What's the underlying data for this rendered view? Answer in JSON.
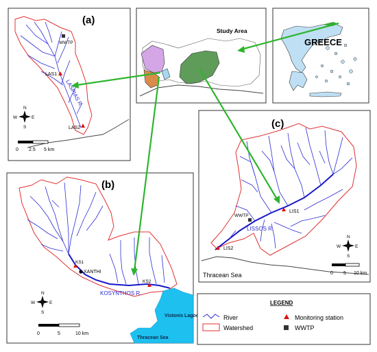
{
  "panels": {
    "a": {
      "label": "(a)",
      "stations": [
        "LAS1",
        "LAS2"
      ],
      "wwtp": "WWTP",
      "river": "LASPIAS R.",
      "scale": [
        "0",
        "2.5",
        "5 km"
      ]
    },
    "b": {
      "label": "(b)",
      "stations": [
        "KS1",
        "KS2"
      ],
      "town": "XANTHI",
      "river": "KOSYNTHOS R.",
      "water": [
        "Vistonis Lagoon",
        "Thracean Sea"
      ],
      "scale": [
        "0",
        "5",
        "10 km"
      ]
    },
    "c": {
      "label": "(c)",
      "stations": [
        "LIS1",
        "LIS2"
      ],
      "wwtp": "WWTP",
      "river": "LISSOS R.",
      "sea": "Thracean Sea",
      "scale": [
        "0",
        "5",
        "10 km"
      ]
    },
    "study": {
      "title": "Study Area"
    },
    "country": {
      "title": "GREECE"
    }
  },
  "compass": {
    "n": "N",
    "s": "S",
    "e": "E",
    "w": "W"
  },
  "legend": {
    "title": "LEGEND",
    "items": [
      {
        "label": "River",
        "symbol": "river-line",
        "color": "#2b2bd6"
      },
      {
        "label": "Watershed",
        "symbol": "watershed-box",
        "color": "#e03030"
      },
      {
        "label": "Monitoring station",
        "symbol": "red-triangle",
        "color": "#e01010"
      },
      {
        "label": "WWTP",
        "symbol": "dark-square",
        "color": "#333333"
      }
    ]
  },
  "colors": {
    "arrow": "#2db52d",
    "watershed": "#e03030",
    "river": "#2b2bd6",
    "water": "#1ec0f0",
    "study_purple": "#d4a6e6",
    "study_orange": "#d98c4a",
    "study_blue": "#a8d8f0",
    "study_green": "#5f9c5a",
    "greece_fill": "#bfe0f4"
  }
}
